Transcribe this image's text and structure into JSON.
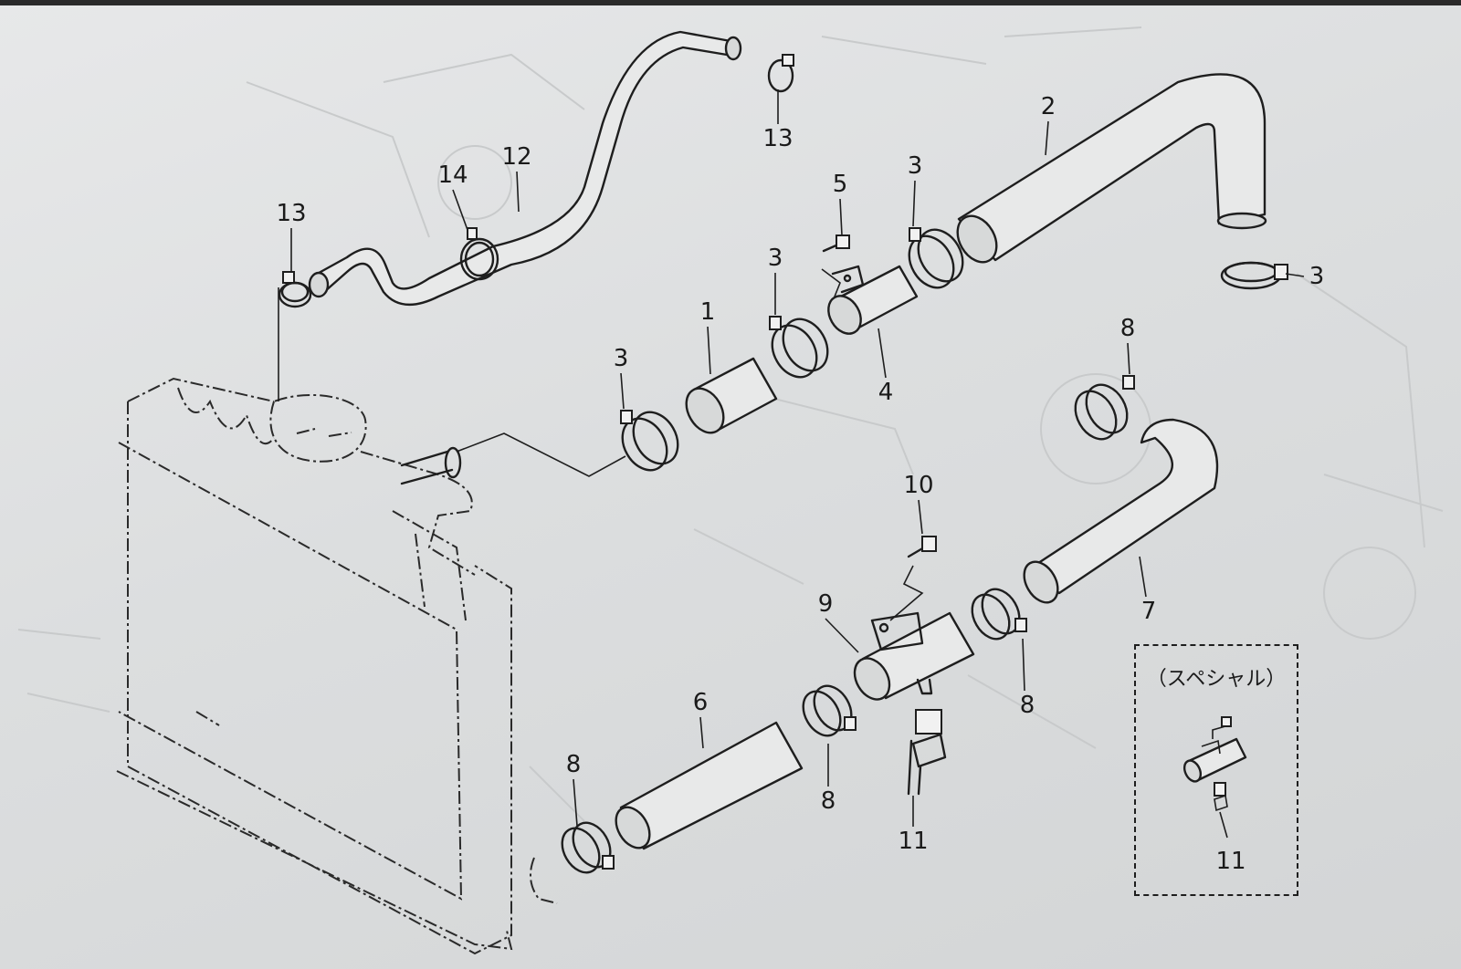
{
  "callouts": [
    "1",
    "2",
    "3",
    "4",
    "5",
    "6",
    "7",
    "8",
    "9",
    "10",
    "11",
    "12",
    "13",
    "14"
  ],
  "inset": {
    "title": "（スペシャル）",
    "callout": "11"
  }
}
